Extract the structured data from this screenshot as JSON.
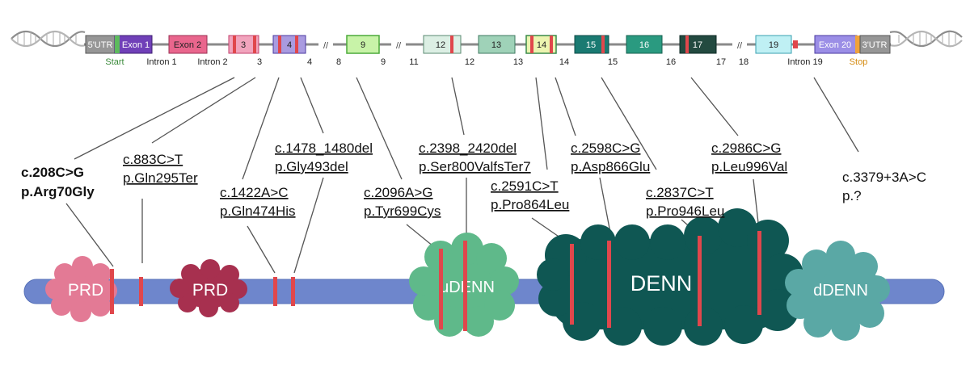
{
  "gene": {
    "utr5": "5'UTR",
    "utr3": "3'UTR",
    "start": "Start",
    "stop": "Stop",
    "exons": {
      "e1": "Exon 1",
      "e2": "Exon 2",
      "e3": "3",
      "e4": "4",
      "e9": "9",
      "e12": "12",
      "e13": "13",
      "e14": "14",
      "e15": "15",
      "e16": "16",
      "e17": "17",
      "e19": "19",
      "e20": "Exon 20"
    },
    "introns": {
      "i1": "Intron 1",
      "i2": "Intron 2",
      "i3": "3",
      "i4": "4",
      "i8": "8",
      "i9": "9",
      "i11": "11",
      "i12": "12",
      "i13": "13",
      "i14": "14",
      "i15": "15",
      "i16": "16",
      "i17": "17",
      "i18": "18",
      "i19": "Intron 19"
    },
    "break_mark": "//"
  },
  "variants": {
    "v1": {
      "c": "c.208C>G",
      "p": "p.Arg70Gly"
    },
    "v2": {
      "c": "c.883C>T",
      "p": "p.Gln295Ter"
    },
    "v3": {
      "c": "c.1422A>C",
      "p": "p.Gln474His"
    },
    "v4": {
      "c": "c.1478_1480del",
      "p": "p.Gly493del"
    },
    "v5": {
      "c": "c.2096A>G",
      "p": "p.Tyr699Cys"
    },
    "v6": {
      "c": "c.2398_2420del",
      "p": "p.Ser800ValfsTer7"
    },
    "v7": {
      "c": "c.2591C>T",
      "p": "p.Pro864Leu"
    },
    "v8": {
      "c": "c.2598C>G",
      "p": "p.Asp866Glu"
    },
    "v9": {
      "c": "c.2837C>T",
      "p": "p.Pro946Leu"
    },
    "v10": {
      "c": "c.2986C>G",
      "p": "p.Leu996Val"
    },
    "v11": {
      "c": "c.3379+3A>C",
      "p": "p.?"
    }
  },
  "domains": {
    "prd1": "PRD",
    "prd2": "PRD",
    "udenn": "uDENN",
    "denn": "DENN",
    "ddenn": "dDENN"
  },
  "colors": {
    "variant_mark": "#e0474c",
    "protein_backbone": "#6e86cc",
    "prd1": "#e37a95",
    "prd2": "#a7304f",
    "udenn": "#5fb98a",
    "denn": "#0f5753",
    "ddenn": "#5aa8a5",
    "intron_line": "#8a8a8a",
    "start_label": "#3a8a3a",
    "stop_label": "#d48a10"
  }
}
